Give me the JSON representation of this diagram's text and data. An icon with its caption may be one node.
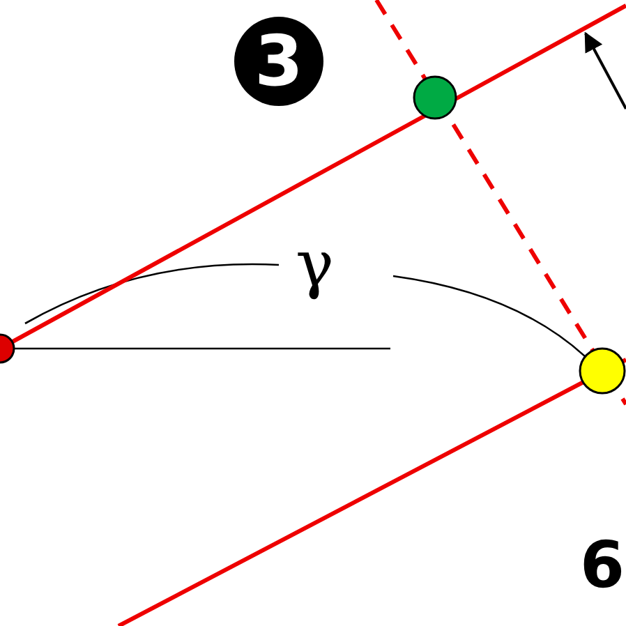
{
  "diagram": {
    "nodes": [
      {
        "text": [
          "3"
        ]
      }
    ],
    "labels": [
      "γ",
      "6"
    ]
  }
}
